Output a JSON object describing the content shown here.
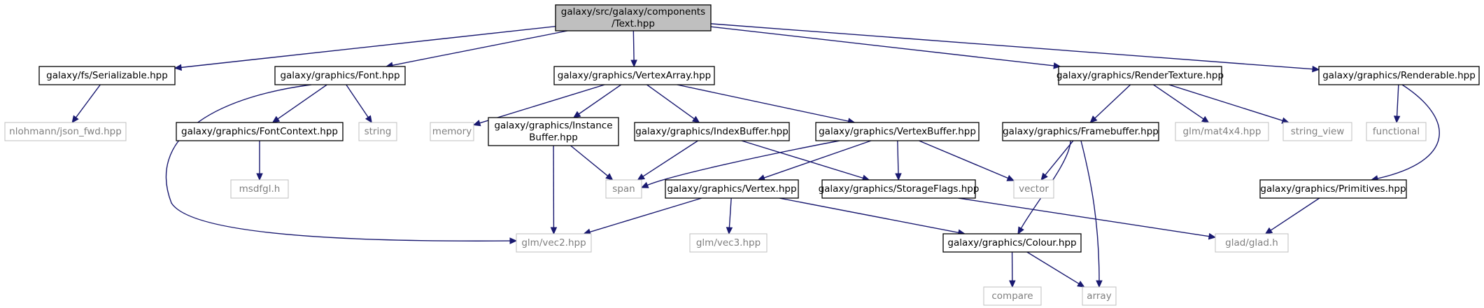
{
  "graph": {
    "colors": {
      "edge": "#191970",
      "root_fill": "#bfbfbf",
      "root_border": "#000000",
      "internal_border": "#000000",
      "external_border": "#bfbfbf",
      "external_text": "#7f7f7f",
      "text": "#000000"
    },
    "nodes": [
      {
        "id": "text",
        "kind": "root",
        "lines": [
          "galaxy/src/galaxy/components",
          "/Text.hpp"
        ]
      },
      {
        "id": "serializable",
        "kind": "internal",
        "lines": [
          "galaxy/fs/Serializable.hpp"
        ]
      },
      {
        "id": "font",
        "kind": "internal",
        "lines": [
          "galaxy/graphics/Font.hpp"
        ]
      },
      {
        "id": "vertexarray",
        "kind": "internal",
        "lines": [
          "galaxy/graphics/VertexArray.hpp"
        ]
      },
      {
        "id": "rendertexture",
        "kind": "internal",
        "lines": [
          "galaxy/graphics/RenderTexture.hpp"
        ]
      },
      {
        "id": "renderable",
        "kind": "internal",
        "lines": [
          "galaxy/graphics/Renderable.hpp"
        ]
      },
      {
        "id": "json",
        "kind": "external",
        "lines": [
          "nlohmann/json_fwd.hpp"
        ]
      },
      {
        "id": "fontcontext",
        "kind": "internal",
        "lines": [
          "galaxy/graphics/FontContext.hpp"
        ]
      },
      {
        "id": "string",
        "kind": "external",
        "lines": [
          "string"
        ]
      },
      {
        "id": "memory",
        "kind": "external",
        "lines": [
          "memory"
        ]
      },
      {
        "id": "instancebuffer",
        "kind": "internal",
        "lines": [
          "galaxy/graphics/Instance",
          "Buffer.hpp"
        ]
      },
      {
        "id": "indexbuffer",
        "kind": "internal",
        "lines": [
          "galaxy/graphics/IndexBuffer.hpp"
        ]
      },
      {
        "id": "vertexbuffer",
        "kind": "internal",
        "lines": [
          "galaxy/graphics/VertexBuffer.hpp"
        ]
      },
      {
        "id": "framebuffer",
        "kind": "internal",
        "lines": [
          "galaxy/graphics/Framebuffer.hpp"
        ]
      },
      {
        "id": "mat4x4",
        "kind": "external",
        "lines": [
          "glm/mat4x4.hpp"
        ]
      },
      {
        "id": "string_view",
        "kind": "external",
        "lines": [
          "string_view"
        ]
      },
      {
        "id": "functional",
        "kind": "external",
        "lines": [
          "functional"
        ]
      },
      {
        "id": "msdfgl",
        "kind": "external",
        "lines": [
          "msdfgl.h"
        ]
      },
      {
        "id": "span",
        "kind": "external",
        "lines": [
          "span"
        ]
      },
      {
        "id": "vertex",
        "kind": "internal",
        "lines": [
          "galaxy/graphics/Vertex.hpp"
        ]
      },
      {
        "id": "storageflags",
        "kind": "internal",
        "lines": [
          "galaxy/graphics/StorageFlags.hpp"
        ]
      },
      {
        "id": "vector",
        "kind": "external",
        "lines": [
          "vector"
        ]
      },
      {
        "id": "primitives",
        "kind": "internal",
        "lines": [
          "galaxy/graphics/Primitives.hpp"
        ]
      },
      {
        "id": "vec2",
        "kind": "external",
        "lines": [
          "glm/vec2.hpp"
        ]
      },
      {
        "id": "vec3",
        "kind": "external",
        "lines": [
          "glm/vec3.hpp"
        ]
      },
      {
        "id": "colour",
        "kind": "internal",
        "lines": [
          "galaxy/graphics/Colour.hpp"
        ]
      },
      {
        "id": "glad",
        "kind": "external",
        "lines": [
          "glad/glad.h"
        ]
      },
      {
        "id": "compare",
        "kind": "external",
        "lines": [
          "compare"
        ]
      },
      {
        "id": "array",
        "kind": "external",
        "lines": [
          "array"
        ]
      }
    ],
    "edges": [
      [
        "text",
        "serializable"
      ],
      [
        "text",
        "font"
      ],
      [
        "text",
        "vertexarray"
      ],
      [
        "text",
        "rendertexture"
      ],
      [
        "text",
        "renderable"
      ],
      [
        "serializable",
        "json"
      ],
      [
        "font",
        "fontcontext"
      ],
      [
        "font",
        "string"
      ],
      [
        "font",
        "vec2"
      ],
      [
        "fontcontext",
        "msdfgl"
      ],
      [
        "vertexarray",
        "memory"
      ],
      [
        "vertexarray",
        "instancebuffer"
      ],
      [
        "vertexarray",
        "indexbuffer"
      ],
      [
        "vertexarray",
        "vertexbuffer"
      ],
      [
        "instancebuffer",
        "span"
      ],
      [
        "instancebuffer",
        "vec2"
      ],
      [
        "indexbuffer",
        "span"
      ],
      [
        "indexbuffer",
        "storageflags"
      ],
      [
        "vertexbuffer",
        "span"
      ],
      [
        "vertexbuffer",
        "vertex"
      ],
      [
        "vertexbuffer",
        "storageflags"
      ],
      [
        "vertexbuffer",
        "vector"
      ],
      [
        "vertex",
        "vec2"
      ],
      [
        "vertex",
        "vec3"
      ],
      [
        "vertex",
        "colour"
      ],
      [
        "storageflags",
        "glad"
      ],
      [
        "rendertexture",
        "framebuffer"
      ],
      [
        "rendertexture",
        "mat4x4"
      ],
      [
        "rendertexture",
        "string_view"
      ],
      [
        "framebuffer",
        "vector"
      ],
      [
        "framebuffer",
        "colour"
      ],
      [
        "framebuffer",
        "array"
      ],
      [
        "colour",
        "compare"
      ],
      [
        "colour",
        "array"
      ],
      [
        "renderable",
        "functional"
      ],
      [
        "renderable",
        "primitives"
      ],
      [
        "primitives",
        "glad"
      ]
    ]
  }
}
